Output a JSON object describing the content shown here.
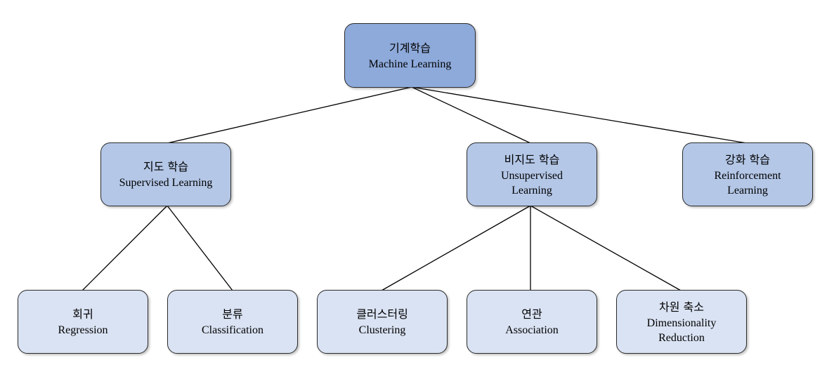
{
  "diagram": {
    "root": {
      "ko": "기계학습",
      "en": "Machine Learning"
    },
    "supervised": {
      "ko": "지도 학습",
      "en": "Supervised Learning"
    },
    "unsupervised": {
      "ko": "비지도 학습",
      "en": "Unsupervised Learning"
    },
    "reinforcement": {
      "ko": "강화 학습",
      "en": "Reinforcement Learning"
    },
    "regression": {
      "ko": "회귀",
      "en": "Regression"
    },
    "classification": {
      "ko": "분류",
      "en": "Classification"
    },
    "clustering": {
      "ko": "클러스터링",
      "en": "Clustering"
    },
    "association": {
      "ko": "연관",
      "en": "Association"
    },
    "dimreduction": {
      "ko": "차원 축소",
      "en": "Dimensionality Reduction"
    }
  },
  "colors": {
    "level_0": "#8eaadb",
    "level_1": "#b4c7e7",
    "level_2": "#dae3f3",
    "border": "#2b2b2b",
    "connector": "#000000"
  }
}
